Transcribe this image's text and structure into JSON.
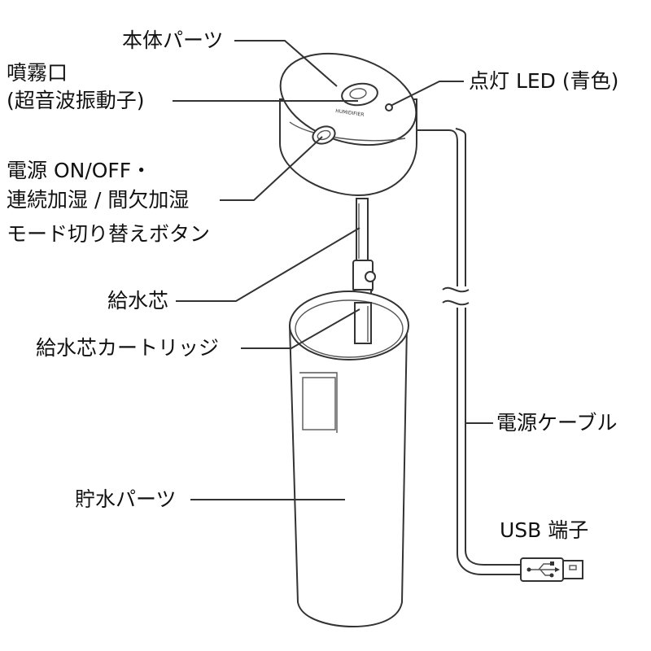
{
  "labels": {
    "body_parts": "本体パーツ",
    "mist_outlet_line1": "噴霧口",
    "mist_outlet_line2": "(超音波振動子)",
    "led": "点灯 LED (青色)",
    "button_line1": "電源 ON/OFF・",
    "button_line2": "連続加湿 / 間欠加湿",
    "button_line3": "モード切り替えボタン",
    "wick": "給水芯",
    "wick_cartridge": "給水芯カートリッジ",
    "power_cable": "電源ケーブル",
    "tank_parts": "貯水パーツ",
    "usb_terminal": "USB 端子"
  },
  "device": {
    "brand_text": "HUMIDIFIER"
  }
}
